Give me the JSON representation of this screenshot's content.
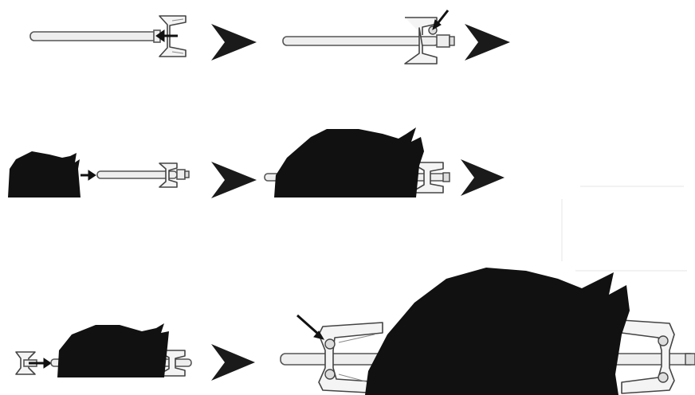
{
  "diagram": {
    "subject": "rotisserie-spit-assembly-steps",
    "rows": [
      {
        "id": "row-1",
        "steps": [
          "slide-fork-onto-spit",
          "tighten-fork-screw"
        ]
      },
      {
        "id": "row-2",
        "steps": [
          "insert-spit-through-poultry",
          "push-fork-into-poultry"
        ]
      },
      {
        "id": "row-3",
        "steps": [
          "slide-second-fork-on",
          "tighten-second-fork-screw"
        ]
      }
    ],
    "colors": {
      "silhouette": "#111111",
      "metal_fill": "#eeeeee",
      "metal_outline": "#555555",
      "chevron": "#1a1a1a"
    },
    "icons": [
      "chevron-right-icon",
      "pointer-arrow-icon"
    ]
  }
}
